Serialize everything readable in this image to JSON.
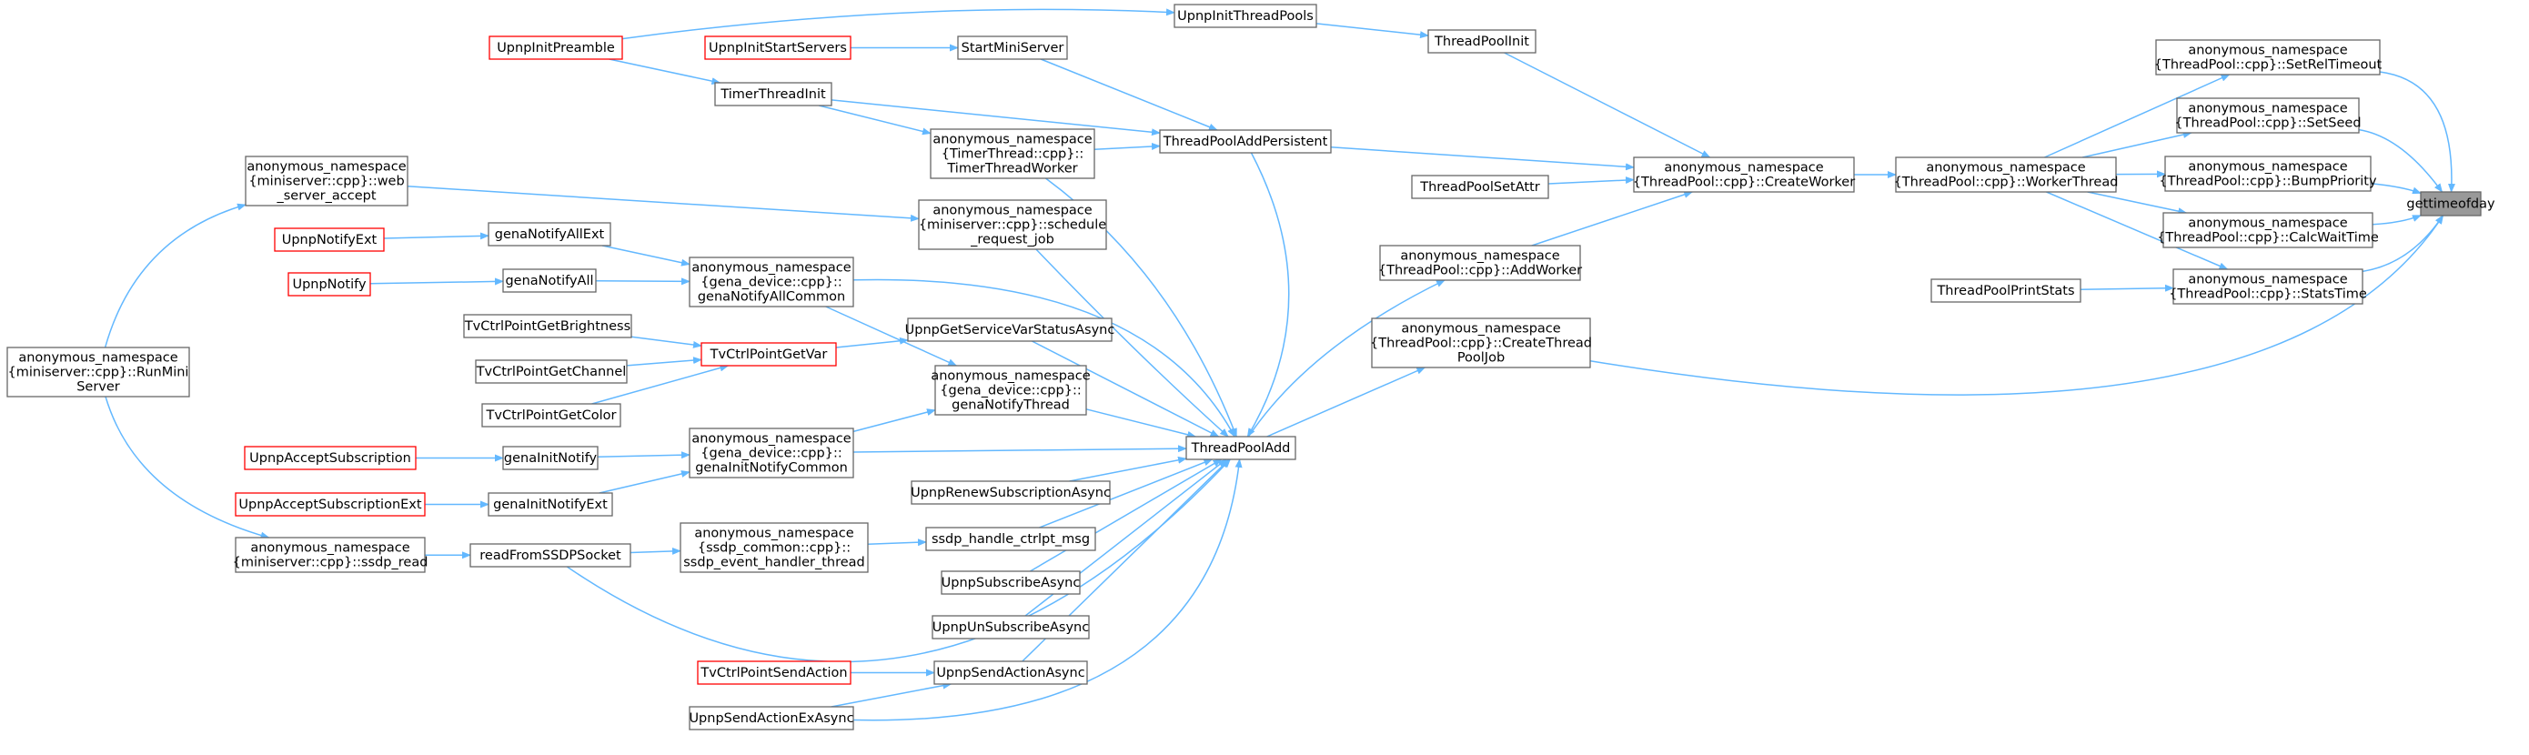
{
  "colors": {
    "edge": "#63b8ff",
    "node_border": "#666666",
    "node_fill": "#ffffff",
    "truncated_border": "#ff0000",
    "focus_fill": "#999999",
    "focus_border": "#666666"
  },
  "nodes": [
    {
      "id": "gettimeofday",
      "lines": [
        "gettimeofday"
      ],
      "style": "focus"
    },
    {
      "id": "setreltimeout",
      "lines": [
        "anonymous_namespace",
        "{ThreadPool::cpp}::SetRelTimeout"
      ],
      "style": "normal"
    },
    {
      "id": "setseed",
      "lines": [
        "anonymous_namespace",
        "{ThreadPool::cpp}::SetSeed"
      ],
      "style": "normal"
    },
    {
      "id": "bumppriority",
      "lines": [
        "anonymous_namespace",
        "{ThreadPool::cpp}::BumpPriority"
      ],
      "style": "normal"
    },
    {
      "id": "calcwaittime",
      "lines": [
        "anonymous_namespace",
        "{ThreadPool::cpp}::CalcWaitTime"
      ],
      "style": "normal"
    },
    {
      "id": "statstime",
      "lines": [
        "anonymous_namespace",
        "{ThreadPool::cpp}::StatsTime"
      ],
      "style": "normal"
    },
    {
      "id": "createthreadpooljob",
      "lines": [
        "anonymous_namespace",
        "{ThreadPool::cpp}::CreateThread",
        "PoolJob"
      ],
      "style": "normal"
    },
    {
      "id": "workerthread",
      "lines": [
        "anonymous_namespace",
        "{ThreadPool::cpp}::WorkerThread"
      ],
      "style": "normal"
    },
    {
      "id": "threadpoolprintstats",
      "lines": [
        "ThreadPoolPrintStats"
      ],
      "style": "normal"
    },
    {
      "id": "createworker",
      "lines": [
        "anonymous_namespace",
        "{ThreadPool::cpp}::CreateWorker"
      ],
      "style": "normal"
    },
    {
      "id": "threadpoolinit",
      "lines": [
        "ThreadPoolInit"
      ],
      "style": "normal"
    },
    {
      "id": "threadpoolsetattr",
      "lines": [
        "ThreadPoolSetAttr"
      ],
      "style": "normal"
    },
    {
      "id": "addworker",
      "lines": [
        "anonymous_namespace",
        "{ThreadPool::cpp}::AddWorker"
      ],
      "style": "normal"
    },
    {
      "id": "upnpinitthreadpools",
      "lines": [
        "UpnpInitThreadPools"
      ],
      "style": "normal"
    },
    {
      "id": "threadpooladdpersistent",
      "lines": [
        "ThreadPoolAddPersistent"
      ],
      "style": "normal"
    },
    {
      "id": "threadpooladd",
      "lines": [
        "ThreadPoolAdd"
      ],
      "style": "normal"
    },
    {
      "id": "upnpinitpreamble",
      "lines": [
        "UpnpInitPreamble"
      ],
      "style": "truncated"
    },
    {
      "id": "upnpinitstartservers",
      "lines": [
        "UpnpInitStartServers"
      ],
      "style": "truncated"
    },
    {
      "id": "startminiserver",
      "lines": [
        "StartMiniServer"
      ],
      "style": "normal"
    },
    {
      "id": "timerthreadinit",
      "lines": [
        "TimerThreadInit"
      ],
      "style": "normal"
    },
    {
      "id": "timerthreadworker",
      "lines": [
        "anonymous_namespace",
        "{TimerThread::cpp}::",
        "TimerThreadWorker"
      ],
      "style": "normal"
    },
    {
      "id": "schedulerequestjob",
      "lines": [
        "anonymous_namespace",
        "{miniserver::cpp}::schedule",
        "_request_job"
      ],
      "style": "normal"
    },
    {
      "id": "genanotifyallcommon",
      "lines": [
        "anonymous_namespace",
        "{gena_device::cpp}::",
        "genaNotifyAllCommon"
      ],
      "style": "normal"
    },
    {
      "id": "upnpgetservicevarstatusasync",
      "lines": [
        "UpnpGetServiceVarStatusAsync"
      ],
      "style": "normal"
    },
    {
      "id": "genanotifythread",
      "lines": [
        "anonymous_namespace",
        "{gena_device::cpp}::",
        "genaNotifyThread"
      ],
      "style": "normal"
    },
    {
      "id": "genainitnotifycommon",
      "lines": [
        "anonymous_namespace",
        "{gena_device::cpp}::",
        "genaInitNotifyCommon"
      ],
      "style": "normal"
    },
    {
      "id": "upnprenewsubscriptionasync",
      "lines": [
        "UpnpRenewSubscriptionAsync"
      ],
      "style": "normal"
    },
    {
      "id": "ssdphandlectrlptmsg",
      "lines": [
        "ssdp_handle_ctrlpt_msg"
      ],
      "style": "normal"
    },
    {
      "id": "upnpsubscribeasync",
      "lines": [
        "UpnpSubscribeAsync"
      ],
      "style": "normal"
    },
    {
      "id": "upnpunsubscribeasync",
      "lines": [
        "UpnpUnSubscribeAsync"
      ],
      "style": "normal"
    },
    {
      "id": "upnpsendactionasync",
      "lines": [
        "UpnpSendActionAsync"
      ],
      "style": "normal"
    },
    {
      "id": "upnpsendactionexasync",
      "lines": [
        "UpnpSendActionExAsync"
      ],
      "style": "normal"
    },
    {
      "id": "tvctrlpointgetvar",
      "lines": [
        "TvCtrlPointGetVar"
      ],
      "style": "truncated"
    },
    {
      "id": "genanotifyallext",
      "lines": [
        "genaNotifyAllExt"
      ],
      "style": "normal"
    },
    {
      "id": "genanotifyall",
      "lines": [
        "genaNotifyAll"
      ],
      "style": "normal"
    },
    {
      "id": "genainitnotify",
      "lines": [
        "genaInitNotify"
      ],
      "style": "normal"
    },
    {
      "id": "genainitnotifyext",
      "lines": [
        "genaInitNotifyExt"
      ],
      "style": "normal"
    },
    {
      "id": "ssdpeventhandlerthread",
      "lines": [
        "anonymous_namespace",
        "{ssdp_common::cpp}::",
        "ssdp_event_handler_thread"
      ],
      "style": "normal"
    },
    {
      "id": "tvctrlpointsendaction",
      "lines": [
        "TvCtrlPointSendAction"
      ],
      "style": "truncated"
    },
    {
      "id": "webserveraccept",
      "lines": [
        "anonymous_namespace",
        "{miniserver::cpp}::web",
        "_server_accept"
      ],
      "style": "normal"
    },
    {
      "id": "upnpnotifyext",
      "lines": [
        "UpnpNotifyExt"
      ],
      "style": "truncated"
    },
    {
      "id": "upnpnotify",
      "lines": [
        "UpnpNotify"
      ],
      "style": "truncated"
    },
    {
      "id": "tvctrlpointgetbrightness",
      "lines": [
        "TvCtrlPointGetBrightness"
      ],
      "style": "normal"
    },
    {
      "id": "tvctrlpointgetchannel",
      "lines": [
        "TvCtrlPointGetChannel"
      ],
      "style": "normal"
    },
    {
      "id": "tvctrlpointgetcolor",
      "lines": [
        "TvCtrlPointGetColor"
      ],
      "style": "normal"
    },
    {
      "id": "upnpacceptsubscription",
      "lines": [
        "UpnpAcceptSubscription"
      ],
      "style": "truncated"
    },
    {
      "id": "upnpacceptsubscriptionext",
      "lines": [
        "UpnpAcceptSubscriptionExt"
      ],
      "style": "truncated"
    },
    {
      "id": "readfromssdpsocket",
      "lines": [
        "readFromSSDPSocket"
      ],
      "style": "normal"
    },
    {
      "id": "runminiserver",
      "lines": [
        "anonymous_namespace",
        "{miniserver::cpp}::RunMini",
        "Server"
      ],
      "style": "normal"
    },
    {
      "id": "ssdpread",
      "lines": [
        "anonymous_namespace",
        "{miniserver::cpp}::ssdp_read"
      ],
      "style": "normal"
    }
  ]
}
